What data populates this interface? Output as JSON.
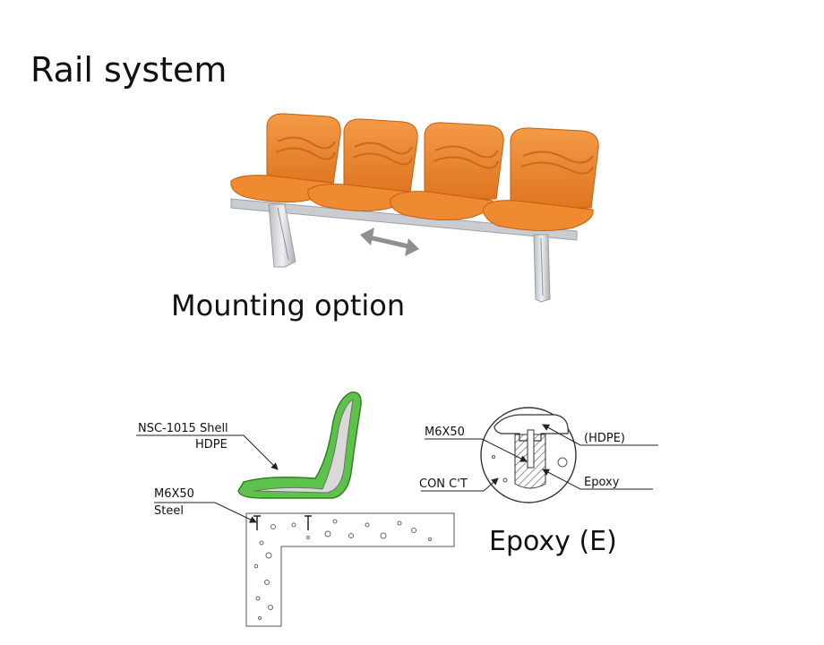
{
  "page": {
    "title": "Rail system",
    "subtitle": "Mounting option",
    "epoxy_title": "Epoxy (E)"
  },
  "left_diagram": {
    "shell_label": "NSC-1015 Shell",
    "shell_material": "HDPE",
    "bolt_label": "M6X50",
    "bolt_material": "Steel"
  },
  "right_diagram": {
    "bolt_label": "M6X50",
    "shell_material": "(HDPE)",
    "concrete_label": "CON C'T",
    "fill_label": "Epoxy"
  },
  "colors": {
    "seat": "#f08a2e",
    "shell_green": "#5cc34a",
    "arrow_gray": "#8f8f8f",
    "hatch": "#6a6a6a"
  },
  "icons": {
    "arrow": "double-headed-arrow-icon"
  }
}
